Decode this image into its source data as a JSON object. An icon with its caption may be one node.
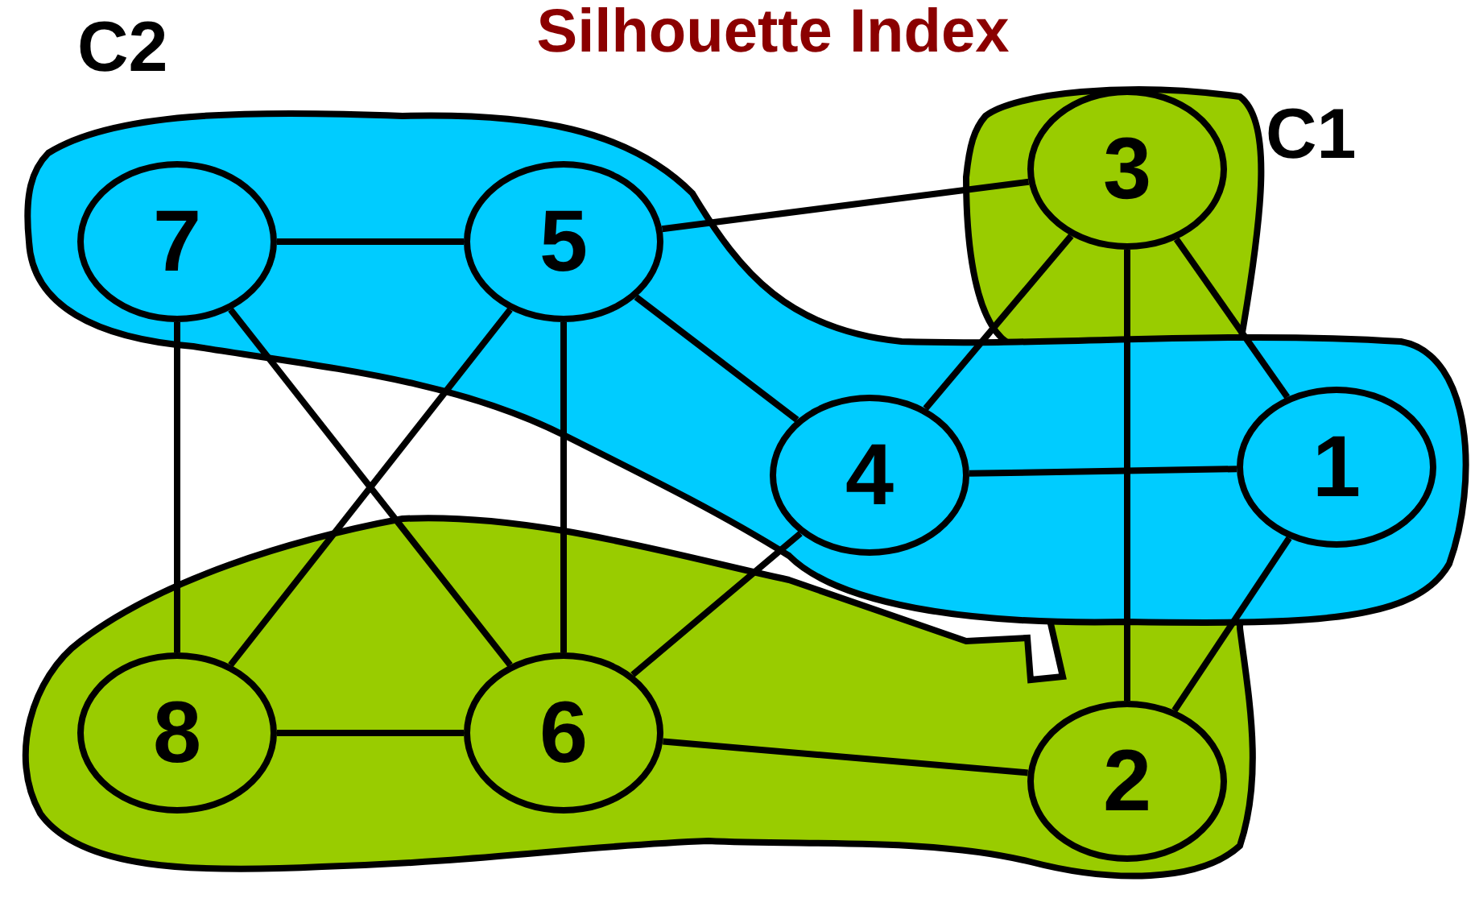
{
  "diagram": {
    "title": "Silhouette Index",
    "nodes": [
      {
        "text": [
          "C2"
        ]
      },
      {
        "text": [
          "C1"
        ]
      },
      {
        "text": [
          "7"
        ],
        "in": 0
      },
      {
        "text": [
          "5"
        ],
        "in": 0
      },
      {
        "text": [
          "3"
        ],
        "in": 1
      },
      {
        "text": [
          "4"
        ],
        "in": 0
      },
      {
        "text": [
          "1"
        ],
        "in": 0
      },
      {
        "text": [
          "8"
        ],
        "in": 1
      },
      {
        "text": [
          "6"
        ],
        "in": 1
      },
      {
        "text": [
          "2"
        ],
        "in": 1
      }
    ],
    "edges": [
      {
        "from": 2,
        "to": 3,
        "arrow": "none"
      },
      {
        "from": 3,
        "to": 4,
        "arrow": "none"
      },
      {
        "from": 3,
        "to": 5,
        "arrow": "none"
      },
      {
        "from": 4,
        "to": 5,
        "arrow": "none"
      },
      {
        "from": 4,
        "to": 6,
        "arrow": "none"
      },
      {
        "from": 4,
        "to": 9,
        "arrow": "none"
      },
      {
        "from": 5,
        "to": 6,
        "arrow": "none"
      },
      {
        "from": 2,
        "to": 7,
        "arrow": "none"
      },
      {
        "from": 2,
        "to": 8,
        "arrow": "none"
      },
      {
        "from": 3,
        "to": 7,
        "arrow": "none"
      },
      {
        "from": 3,
        "to": 8,
        "arrow": "none"
      },
      {
        "from": 5,
        "to": 8,
        "arrow": "none"
      },
      {
        "from": 7,
        "to": 8,
        "arrow": "none"
      },
      {
        "from": 8,
        "to": 9,
        "arrow": "none"
      },
      {
        "from": 6,
        "to": 9,
        "arrow": "none"
      }
    ]
  }
}
